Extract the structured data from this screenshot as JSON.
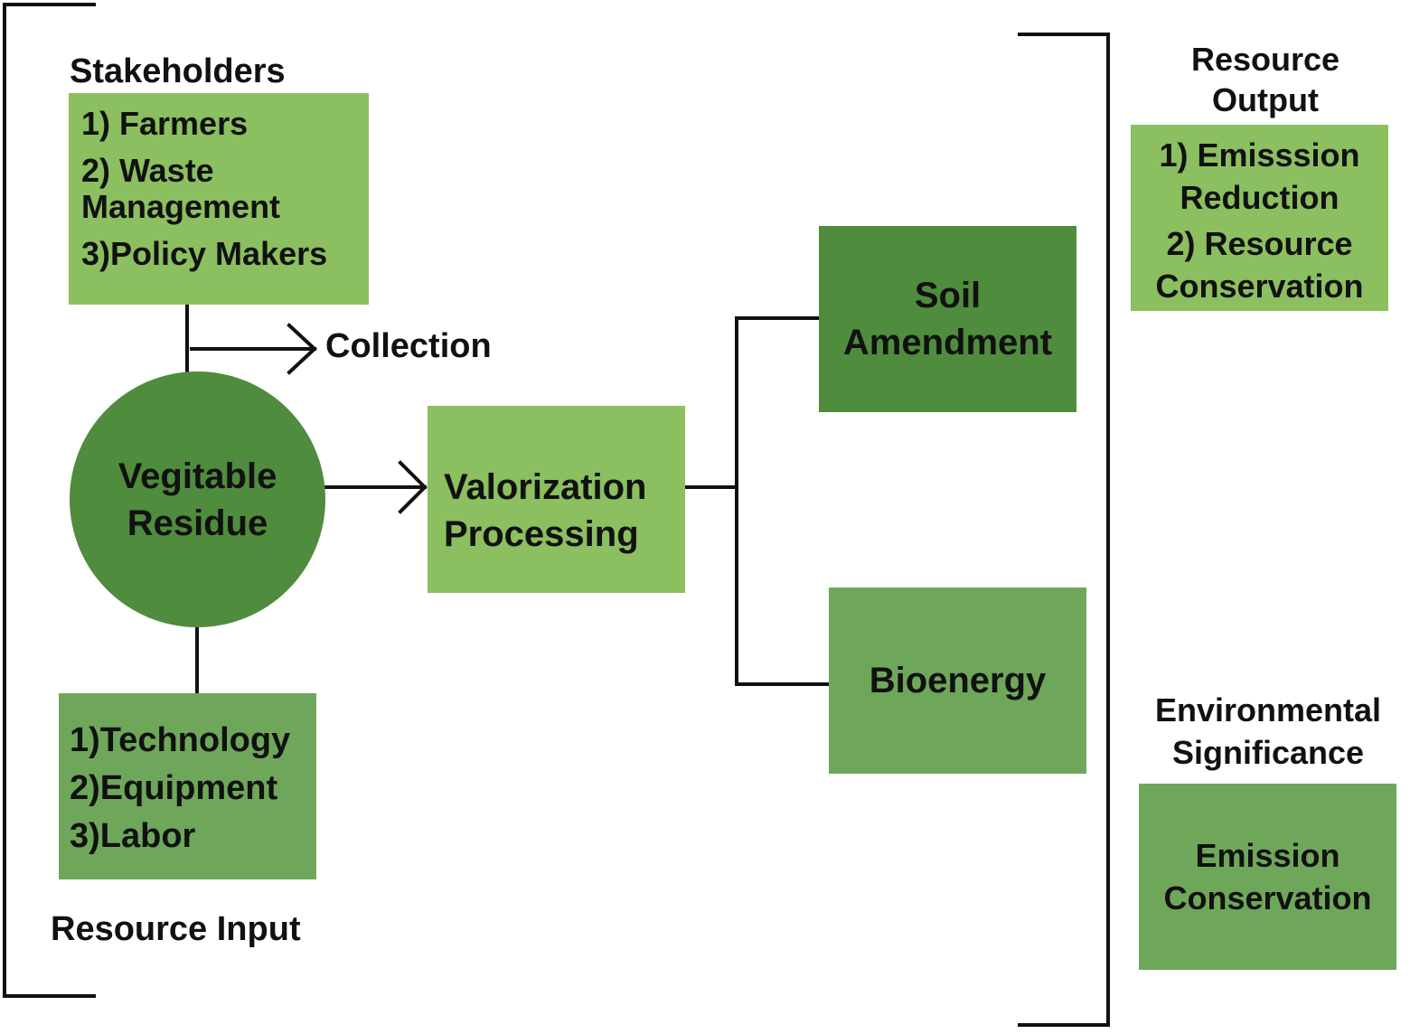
{
  "stakeholders": {
    "title": "Stakeholders",
    "items": [
      "1) Farmers",
      "2) Waste",
      "Management",
      "3)Policy Makers"
    ]
  },
  "collection_label": "Collection",
  "vegetable_residue": {
    "line1": "Vegitable",
    "line2": "Residue"
  },
  "valorization": {
    "line1": "Valorization",
    "line2": "Processing"
  },
  "soil_amendment": {
    "line1": "Soil",
    "line2": "Amendment"
  },
  "bioenergy": {
    "label": "Bioenergy"
  },
  "resource_input": {
    "title": "Resource Input",
    "items": [
      "1)Technology",
      "2)Equipment",
      "3)Labor"
    ]
  },
  "resource_output": {
    "title_line1": "Resource",
    "title_line2": "Output",
    "items": [
      "1) Emisssion",
      "Reduction",
      "2) Resource",
      "Conservation"
    ]
  },
  "environmental_significance": {
    "title_line1": "Environmental",
    "title_line2": "Significance",
    "box_line1": "Emission",
    "box_line2": "Conservation"
  },
  "colors": {
    "light_green": "#8cbf5f",
    "medium_green": "#6fa75a",
    "dark_green": "#4f8c3d",
    "line": "#111111"
  }
}
